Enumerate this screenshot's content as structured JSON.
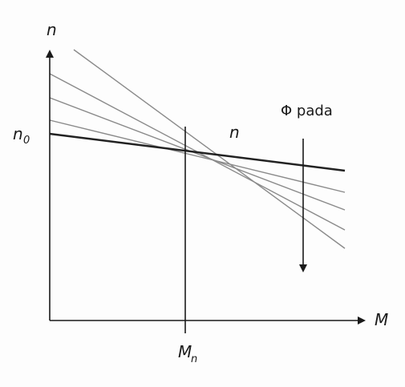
{
  "labels": {
    "y_axis": "n",
    "x_axis": "M",
    "n0_main": "n",
    "n0_sub": "0",
    "mn_main": "M",
    "mn_sub": "n",
    "curve_label": "n",
    "flux_label": "Φ pada"
  },
  "colors": {
    "axis": "#1a1a1a",
    "natural_line": "#222222",
    "family_lines": "#8a8a8a",
    "arrow": "#1a1a1a"
  }
}
